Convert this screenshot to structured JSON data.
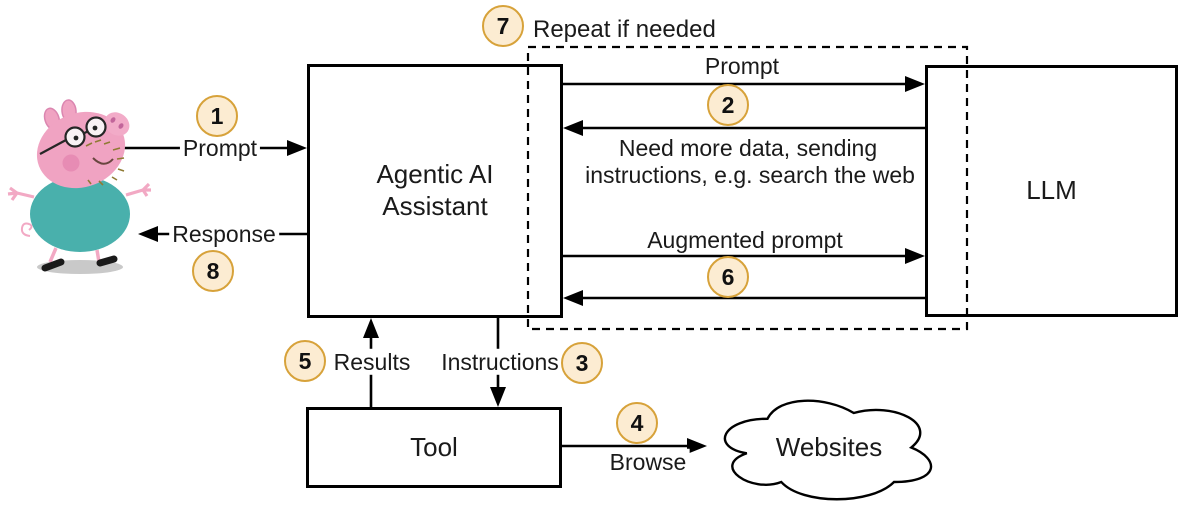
{
  "diagram": {
    "boxes": {
      "assistant": {
        "line1": "Agentic AI",
        "line2": "Assistant"
      },
      "llm": {
        "label": "LLM"
      },
      "tool": {
        "label": "Tool"
      },
      "websites": {
        "label": "Websites"
      }
    },
    "edge_labels": {
      "user_prompt": "Prompt",
      "response": "Response",
      "llm_prompt": "Prompt",
      "llm_return_line1": "Need more data, sending",
      "llm_return_line2": "instructions, e.g. search the web",
      "augmented_prompt": "Augmented prompt",
      "results": "Results",
      "instructions": "Instructions",
      "browse": "Browse"
    },
    "group_label": "Repeat if needed",
    "steps": {
      "s1": "1",
      "s2": "2",
      "s3": "3",
      "s4": "4",
      "s5": "5",
      "s6": "6",
      "s7": "7",
      "s8": "8"
    },
    "colors": {
      "step_fill": "#fcecd2",
      "step_border": "#d7a23a",
      "line_color": "#000000",
      "pig_pink": "#f0a3c2",
      "pig_body_teal": "#49b0ac"
    }
  }
}
